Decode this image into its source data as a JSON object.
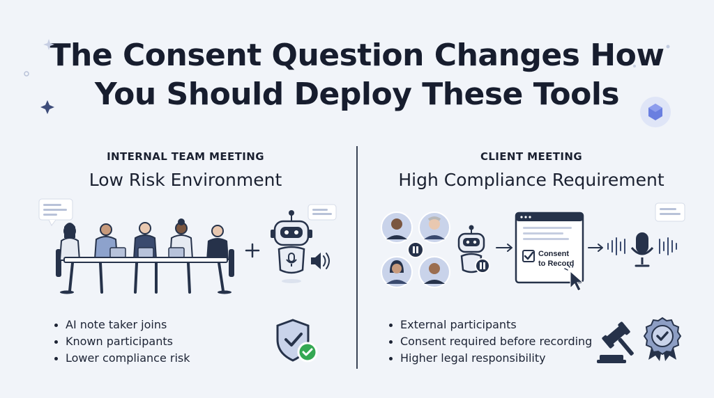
{
  "title": {
    "line1": "The Consent Question Changes How",
    "line2": "You Should Deploy These Tools"
  },
  "left": {
    "kicker": "INTERNAL TEAM MEETING",
    "subtitle": "Low Risk Environment",
    "bullets": [
      "AI note taker joins",
      "Known participants",
      "Lower compliance risk"
    ],
    "icons": [
      "chat-bubble-icon",
      "team-meeting-illustration",
      "plus-icon",
      "robot-icon",
      "microphone-icon",
      "speaker-icon",
      "shield-check-icon"
    ]
  },
  "right": {
    "kicker": "CLIENT MEETING",
    "subtitle": "High Compliance Requirement",
    "bullets": [
      "External participants",
      "Consent required before recording",
      "Higher legal responsibility"
    ],
    "consent_line1": "Consent",
    "consent_line2": "to Record",
    "icons": [
      "participant-avatars",
      "pause-icon",
      "robot-icon",
      "arrow-right-icon",
      "consent-dialog",
      "cursor-icon",
      "sound-wave-icon",
      "microphone-icon",
      "gavel-icon",
      "award-badge-icon"
    ]
  },
  "colors": {
    "background": "#f1f4f9",
    "navy": "#26324a",
    "accent_blue": "#5b6fd6",
    "check_green": "#34a853",
    "shield_blue": "#c9d3ea"
  }
}
